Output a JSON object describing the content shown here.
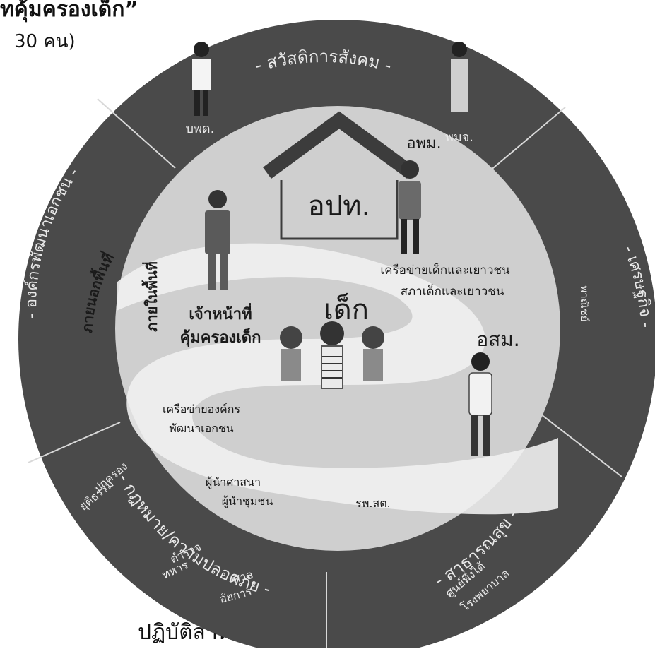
{
  "header": {
    "title_fragment": "ทคุ้มครองเด็ก”",
    "subtitle_fragment": "30 คน)",
    "bottom_fragment": "ปฏิบัติสำหรับ"
  },
  "ring": {
    "sectors": {
      "top": "- สวัสดิการสังคม -",
      "left": "- องค์กรพัฒนาเอกชน -",
      "right": "- เศรษฐกิจ -",
      "bottom_left": "- กฎหมาย/ความปลอดภัย -",
      "bottom_right": "- สาธารณสุข -"
    },
    "items": {
      "top_left_person": "บพด.",
      "top_right_person": "พมจ.",
      "right_inner": "พาณิชย์",
      "bl_1": "ปกครอง",
      "bl_2": "ยุติธรรม",
      "bl_3": "ตำรวจ",
      "bl_4": "ทหาร",
      "bl_5": "ศาล",
      "bl_6": "อัยการ",
      "br_1": "ศูนย์พึ่งได้",
      "br_2": "โรงพยาบาล"
    }
  },
  "inner": {
    "outer_area": "ภายนอกพื้นที่",
    "inner_area": "ภายในพื้นที่",
    "house": "อปท.",
    "apm": "อพม.",
    "network_1": "เครือข่ายเด็กและเยาวชน",
    "network_2": "สภาเด็กและเยาวชน",
    "child": "เด็ก",
    "officer_1": "เจ้าหน้าที่",
    "officer_2": "คุ้มครองเด็ก",
    "asm": "อสม.",
    "ngo_1": "เครือข่ายองค์กร",
    "ngo_2": "พัฒนาเอกชน",
    "leader_1": "ผู้นำศาสนา",
    "leader_2": "ผู้นำชุมชน",
    "hospital": "รพ.สต."
  },
  "colors": {
    "ring": "#4a4a4a",
    "inner": "#d0d0d0",
    "path": "#f1f1f1"
  }
}
